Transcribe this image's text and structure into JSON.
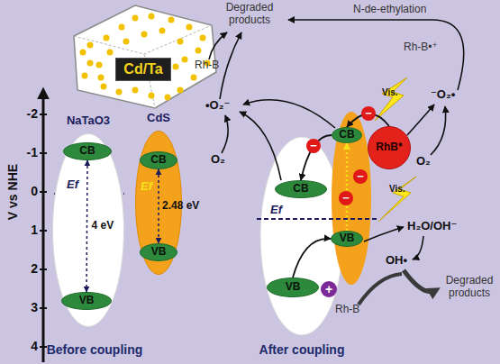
{
  "diagram": {
    "nodes": [
      {
        "text": [
          "Cd/Ta"
        ]
      },
      {
        "text": [
          "NaTaO3"
        ]
      },
      {
        "text": [
          "CB"
        ],
        "in": 1
      },
      {
        "text": [
          "VB"
        ],
        "in": 1
      },
      {
        "text": [
          "CdS"
        ]
      },
      {
        "text": [
          "CB"
        ],
        "in": 4
      },
      {
        "text": [
          "VB"
        ],
        "in": 4
      },
      {
        "text": [
          "CB"
        ]
      },
      {
        "text": [
          "VB"
        ]
      },
      {
        "text": [
          "CB"
        ]
      },
      {
        "text": [
          "VB"
        ]
      },
      {
        "text": [
          "RhB*"
        ]
      }
    ],
    "edges": [
      {
        "from": 2,
        "to": 3,
        "arrow": "both",
        "label": "4 eV"
      },
      {
        "from": 5,
        "to": 6,
        "arrow": "both",
        "label": "2.48 eV"
      },
      {
        "from": 9,
        "to": 7,
        "arrow": "to"
      },
      {
        "from": 11,
        "to": 9,
        "arrow": "to"
      },
      {
        "from": 8,
        "to": 10,
        "arrow": "to"
      },
      {
        "from": 10,
        "to": 9,
        "arrow": "to"
      }
    ],
    "labels": [
      "-2",
      "-1",
      "0",
      "1",
      "2",
      "3",
      "4",
      "V vs NHE",
      "Ef",
      "Ef",
      "Before coupling",
      "After coupling",
      "Ef",
      "Degraded products",
      "Rh-B",
      "•O₂⁻",
      "O₂",
      "N-de-ethylation",
      "Rh-B•⁺",
      "⁻O₂•",
      "O₂",
      "Vis.",
      "Vis.",
      "H₂O/OH⁻",
      "OH•",
      "Degraded products",
      "Rh-B",
      "+",
      "−",
      "−",
      "−",
      "−"
    ]
  }
}
